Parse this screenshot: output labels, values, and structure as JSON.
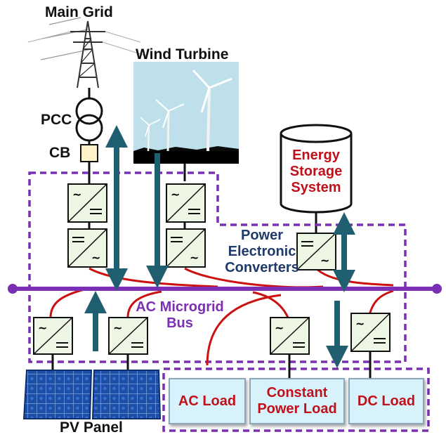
{
  "labels": {
    "main_grid": "Main Grid",
    "wind_turbine": "Wind Turbine",
    "pcc": "PCC",
    "cb": "CB",
    "energy_storage": [
      "Energy",
      "Storage",
      "System"
    ],
    "power_electronic_converters": [
      "Power",
      "Electronic",
      "Converters"
    ],
    "ac_microgrid_bus": [
      "AC Microgrid",
      "Bus"
    ],
    "pv_panel": "PV Panel"
  },
  "loads": {
    "ac_load": "AC Load",
    "constant_power_load": [
      "Constant",
      "Power Load"
    ],
    "dc_load": "DC Load"
  },
  "colors": {
    "bus": "#7a2fb4",
    "dashed_border": "#7a2fb4",
    "red_wire": "#cc1111",
    "arrow": "#1f5f6f",
    "converter_fill": "#eef7e4",
    "load_fill": "#d8f2fb",
    "label_red": "#c0101a",
    "label_navy": "#1f3a6b",
    "sky": "#bde0ea",
    "pv_blue": "#1d4fa8"
  }
}
